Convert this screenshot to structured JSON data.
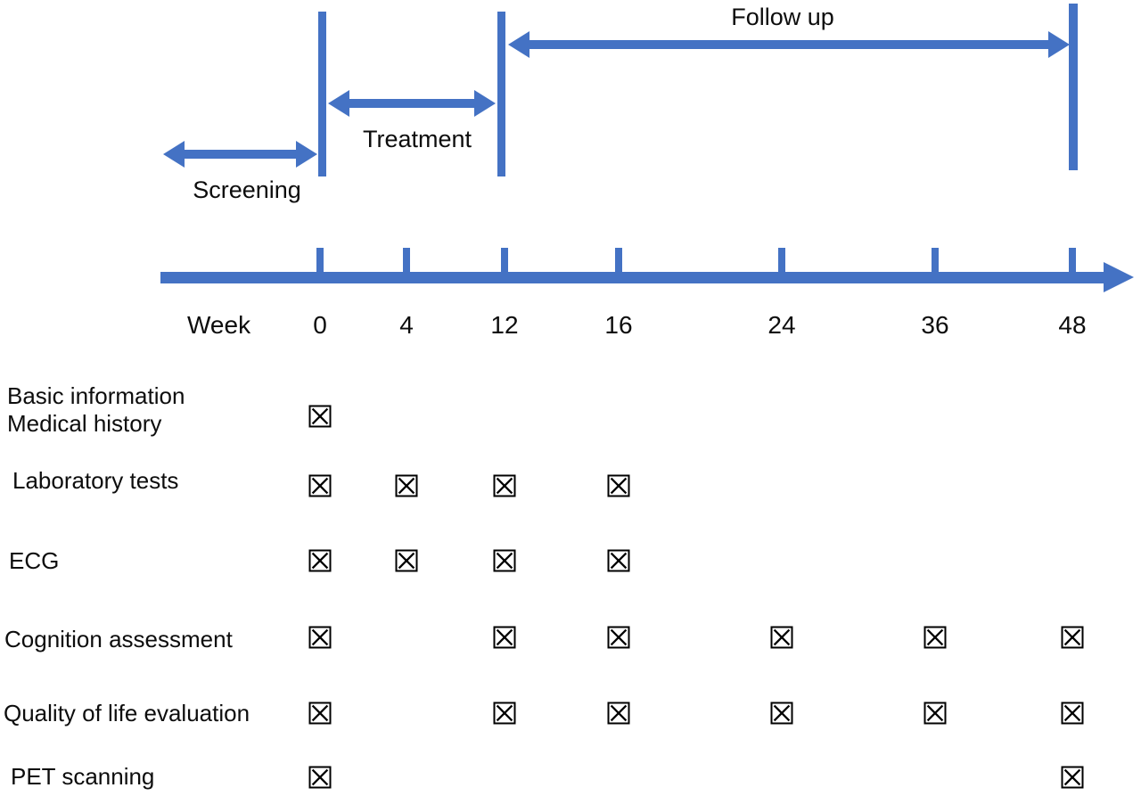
{
  "figure": {
    "background": "#ffffff",
    "accent_blue": "#4472C4",
    "text_color": "#0d0d0d",
    "checkbox_color": "#000000"
  },
  "phases": [
    {
      "label": "Screening"
    },
    {
      "label": "Treatment"
    },
    {
      "label": "Follow up"
    }
  ],
  "timeline": {
    "axis_label": "Week",
    "weeks": [
      "0",
      "4",
      "12",
      "16",
      "24",
      "36",
      "48"
    ]
  },
  "schedule": {
    "checkbox_symbol": "x-marked-checkbox",
    "rows": [
      {
        "label_lines": [
          "Basic information",
          "Medical history"
        ],
        "checked_weeks": [
          "0"
        ]
      },
      {
        "label_lines": [
          "Laboratory tests"
        ],
        "checked_weeks": [
          "0",
          "4",
          "12",
          "16"
        ]
      },
      {
        "label_lines": [
          "ECG"
        ],
        "checked_weeks": [
          "0",
          "4",
          "12",
          "16"
        ]
      },
      {
        "label_lines": [
          "Cognition assessment"
        ],
        "checked_weeks": [
          "0",
          "12",
          "16",
          "24",
          "36",
          "48"
        ]
      },
      {
        "label_lines": [
          "Quality of life evaluation"
        ],
        "checked_weeks": [
          "0",
          "12",
          "16",
          "24",
          "36",
          "48"
        ]
      },
      {
        "label_lines": [
          "PET scanning"
        ],
        "checked_weeks": [
          "0",
          "48"
        ]
      }
    ]
  }
}
